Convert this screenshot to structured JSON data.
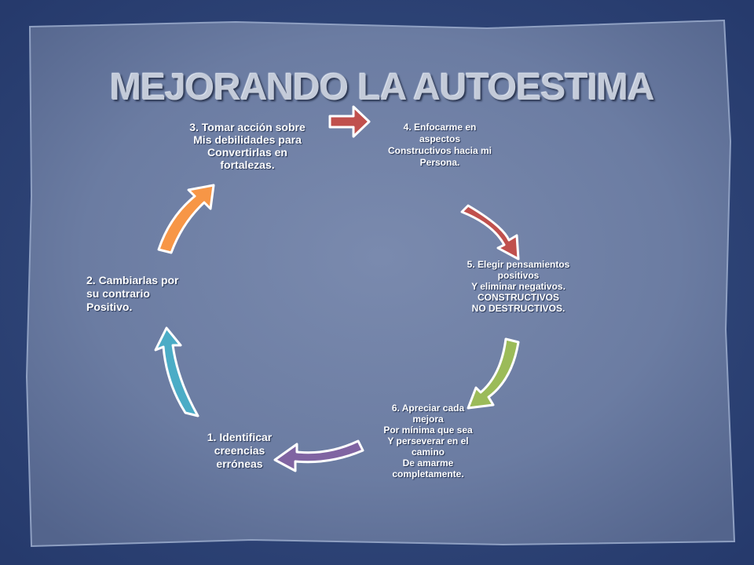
{
  "slide": {
    "title": "MEJORANDO LA AUTOESTIMA"
  },
  "cycle": {
    "steps": [
      {
        "id": 1,
        "text": "1. Identificar\ncreencias\nerróneas"
      },
      {
        "id": 2,
        "text": "2.     Cambiarlas por\n         su contrario\n      Positivo."
      },
      {
        "id": 3,
        "text": "3. Tomar acción sobre\nMis debilidades para\nConvertirlas en\nfortalezas."
      },
      {
        "id": 4,
        "text": "4.     Enfocarme en\n         aspectos\nConstructivos hacia mi\nPersona."
      },
      {
        "id": 5,
        "text": "5. Elegir pensamientos\npositivos\nY eliminar negativos.\nCONSTRUCTIVOS\nNO DESTRUCTIVOS."
      },
      {
        "id": 6,
        "text": "6. Apreciar cada\nmejora\nPor mínima que sea\nY perseverar en el\ncamino\nDe amarme\ncompletamente."
      }
    ],
    "arrow_colors": {
      "red_top": "#c0504d",
      "red_right": "#c0504d",
      "green": "#9bbb59",
      "purple": "#8064a2",
      "teal": "#4bacc6",
      "orange": "#f79646"
    }
  }
}
